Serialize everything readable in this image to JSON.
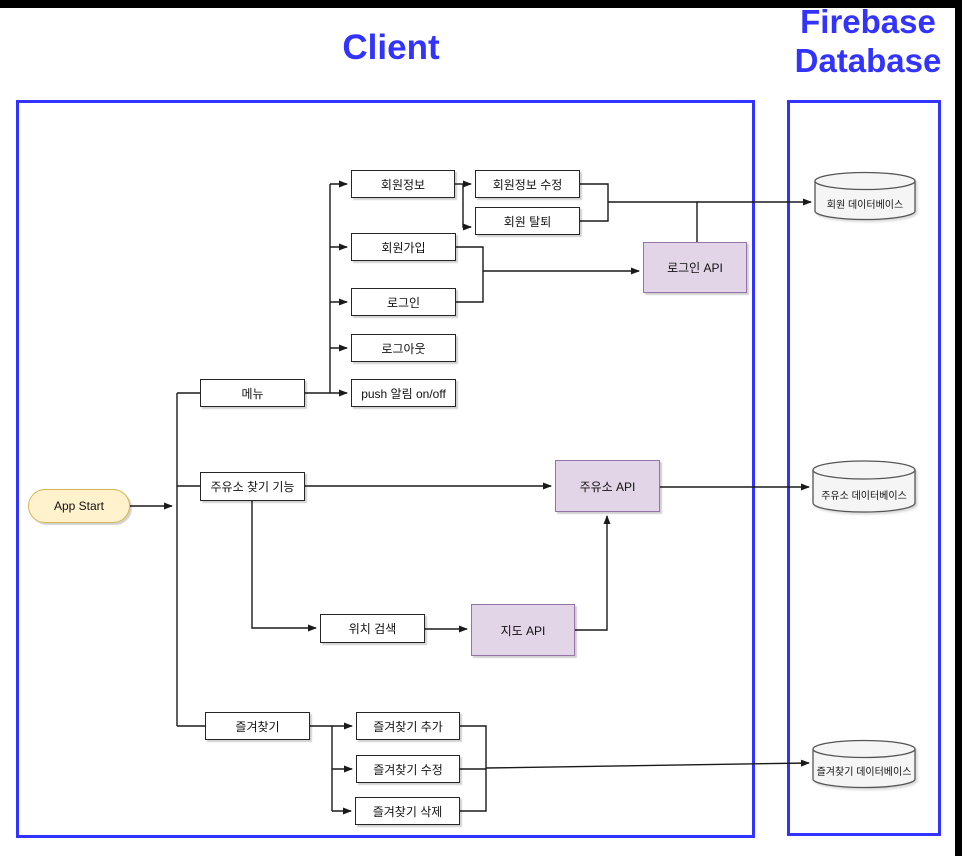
{
  "titles": {
    "client": "Client",
    "firebase_line1": "Firebase",
    "firebase_line2": "Database"
  },
  "colors": {
    "accent_blue": "#3333FF",
    "line_black": "#1a1a1a",
    "purple_fill": "#E1D5E7",
    "purple_border": "#9673A6",
    "start_fill": "#FFF2CC",
    "start_border": "#D6B656",
    "db_fill": "#F5F5F5",
    "db_border": "#555555"
  },
  "nodes": {
    "app_start": "App Start",
    "menu": "메뉴",
    "gas_station_find": "주유소 찾기 기능",
    "favorites": "즐겨찾기",
    "member_info": "회원정보",
    "member_info_edit": "회원정보 수정",
    "member_withdraw": "회원 탈퇴",
    "signup": "회원가입",
    "login": "로그인",
    "logout": "로그아웃",
    "push_toggle": "push 알림 on/off",
    "login_api": "로그인 API",
    "gas_api": "주유소 API",
    "map_api": "지도 API",
    "location_search": "위치 검색",
    "fav_add": "즐겨찾기 추가",
    "fav_edit": "즐겨찾기 수정",
    "fav_delete": "즐겨찾기 삭제"
  },
  "databases": {
    "member_db": "회원 데이터베이스",
    "gas_db": "주유소 데이터베이스",
    "fav_db": "즐겨찾기 데이터베이스"
  }
}
